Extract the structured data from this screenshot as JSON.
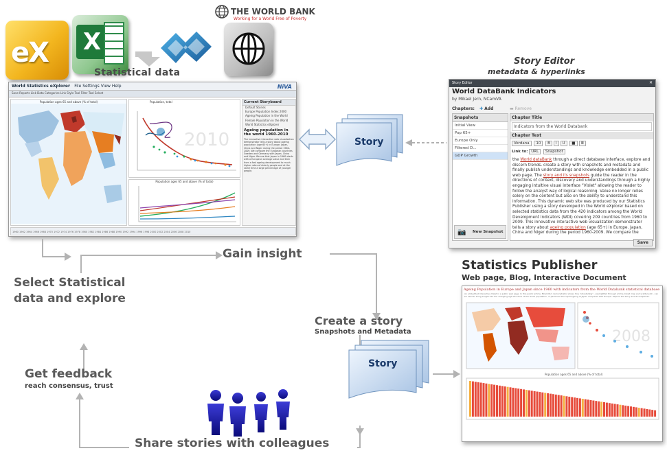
{
  "logos": {
    "ex_text": "eX",
    "excel_text": "X",
    "world_bank_title": "THE WORLD BANK",
    "world_bank_subtitle": "Working for a World Free of Poverty"
  },
  "statistical_data_label": "Statistical data",
  "explorer": {
    "title": "World Statistics eXplorer",
    "menu": "File   Settings   View   Help",
    "toolbar": "Save  Reports  Link Data  Categories  Link Style  Tool Filter  Tool Select",
    "brand": "NiVA",
    "map_title": "Population ages 65 and above (% of total)",
    "scatter_title": "Population, total",
    "year_watermark": "2010",
    "line_title": "Population ages 65 and above (% of total)",
    "side_head": "Current Storyboard",
    "side_items": [
      "Default Stories",
      "Europe Population Index 2000",
      "Ageing Population in the World",
      "Female Population in the World",
      "World Statistics eXplorer"
    ],
    "story_title": "Ageing population in the world 1960-2010",
    "story_text": "The innovative interactive web visualization demonstrator tells a story about ageing population (age 65+) in Europe. Japan, China and Niger during the period 1960-2009. We compare the European countries Sweden and Germany with Japan, China and Niger. We see that Japan in 1960 starts with a European average value and then from a fast ageing development to much higher rates of elderly people and at the same time a large percentage of younger people.",
    "timeline": "1960  1962  1964  1966  1968  1970  1972  1974  1976  1978  1980  1982  1984  1986  1988  1990  1992  1994  1996  1998  2000  2002  2004  2006  2008  2010"
  },
  "story_editor_heading": "Story Editor",
  "story_editor_subheading": "metadata & hyperlinks",
  "story_editor": {
    "bar_title": "Story Editor",
    "name": "World DataBank Indicators",
    "author": "by Mikael Jern, NCamVA",
    "chapters_label": "Chapters:",
    "add_label": "Add",
    "remove_label": "Remove",
    "snapshots_label": "Snapshots",
    "snapshots": [
      "Initial View",
      "Pop 65+",
      "Europe Only",
      "Filtered D...",
      "GDP Growth"
    ],
    "new_snapshot_label": "New Snapshot",
    "chapter_title_label": "Chapter Title",
    "chapter_title_value": "Indicators from the World Databank",
    "chapter_text_label": "Chapter Text",
    "font_value": "Verdana",
    "font_size": "10",
    "link_label": "Link to:",
    "url_label": "URL",
    "snapshot_label": "Snapshot",
    "body_pre": "the ",
    "body_link1": "World dataBank",
    "body_mid1": " through a direct database interface, explore and discern trends. create a story with snapshots and metadata and finally publish understandings and knowledge embedded in a public web page. The ",
    "body_link2": "story and its snapshots",
    "body_mid2": " guide the reader in the directions of context, discovery and understandings through a highly engaging intuitive visual interface \"Vislet\" allowing the reader to follow the analyst way of logical reasoning. Value no longer relies solely on the content but also on the ability to understand this information. This dynamic web site was produced by our Statistics Publisher using a story developed in the World eXplorer based on selected statistics data from the 420 indicators among the World Development Indicators (WDI) covering 209 countries from 1960 to 2009. This innovative interactive web visualization demonstrator tells a story about ",
    "body_link3": "ageing population",
    "body_end": " (age 65+) in Europe. Japan, China and Niger during the period 1960-2009. We compare the",
    "save_label": "Save"
  },
  "story_center_label": "Story",
  "story_doc_label": "Story",
  "gain_insight": "Gain insight",
  "select_explore_line1": "Select Statistical",
  "select_explore_line2": "data and explore",
  "get_feedback": "Get feedback",
  "reach_consensus": "reach consensus, trust",
  "create_story": "Create a story",
  "snapshots_metadata": "Snapshots and Metadata",
  "share_stories": "Share stories with colleagues",
  "publisher_heading": "Statistics Publisher",
  "publisher_subheading": "Web page, Blog, Interactive Document",
  "publisher": {
    "head": "Ageing Population in Europe and Japan since 1960 with indicators from the World Databank statistical database",
    "intro": "An embedded Interactive Vislet in a public web page. In this public article, NCamVA's demonstrator shows how \"storytelling\" - exemplified through a time-linked map and scatter plot - can be used to bring insight into the changing age structure of the world population, in particular the rapid ageing of Japan compared with Europe. Explore the story and its snapshots.",
    "year_watermark": "2008",
    "bar_title": "Population ages 65 and above (% of total)"
  }
}
